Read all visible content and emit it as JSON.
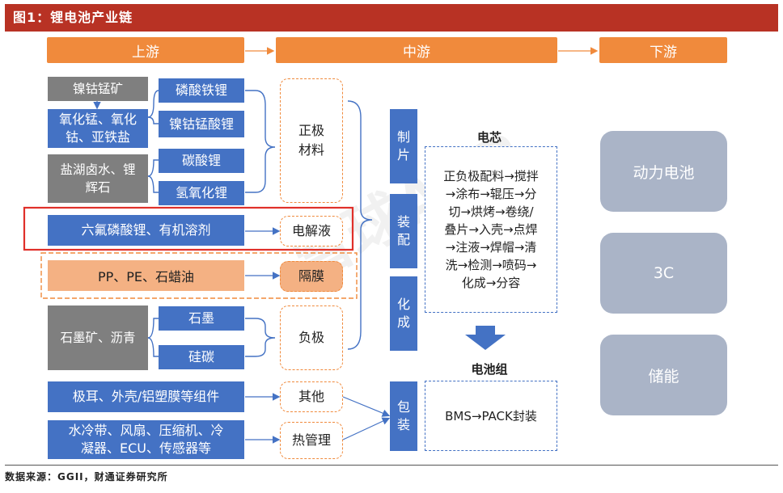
{
  "title": "图1：锂电池产业链",
  "stages": {
    "upstream": "上游",
    "midstream": "中游",
    "downstream": "下游"
  },
  "raw": {
    "ore1": "镍钴锰矿",
    "oxide": "氧化锰、氧化\n钴、亚铁盐",
    "brine": "盐湖卤水、锂\n辉石",
    "graphite_ore": "石墨矿、沥青"
  },
  "materials": {
    "lfp": "磷酸铁锂",
    "ncm": "镍钴锰酸锂",
    "li2co3": "碳酸锂",
    "lioh": "氢氧化锂",
    "lipf6": "六氟磷酸锂、有机溶剂",
    "pp": "PP、PE、石蜡油",
    "graphite": "石墨",
    "sic": "硅碳",
    "tabs": "极耳、外壳/铝塑膜等组件",
    "thermal_parts": "水冷带、风扇、压缩机、冷\n凝器、ECU、传感器等"
  },
  "components": {
    "cathode": "正极\n材料",
    "electrolyte": "电解液",
    "separator": "隔膜",
    "anode": "负极",
    "other": "其他",
    "thermal": "热管理"
  },
  "process": {
    "sheet": "制\n片",
    "assemble": "装\n配",
    "formation": "化\n成",
    "pack": "包\n装"
  },
  "cell": {
    "heading": "电芯",
    "steps": "正负极配料→搅拌\n→涂布→辊压→分\n切→烘烤→卷绕/\n叠片→入壳→点焊\n→注液→焊帽→清\n洗→检测→喷码→\n化成→分容"
  },
  "battery_pack": {
    "heading": "电池组",
    "steps": "BMS→PACK封装"
  },
  "downstream": {
    "ev": "动力电池",
    "cc": "3C",
    "storage": "储能"
  },
  "source": "数据来源：GGII，财通证券研究所",
  "watermark": "雪球APP",
  "colors": {
    "title_bar": "#b83224",
    "stage": "#f08a3c",
    "blue": "#4472c4",
    "gray": "#7f7f7f",
    "peach": "#f4b183",
    "downstream": "#aab4c7",
    "highlight": "#e0302a"
  }
}
